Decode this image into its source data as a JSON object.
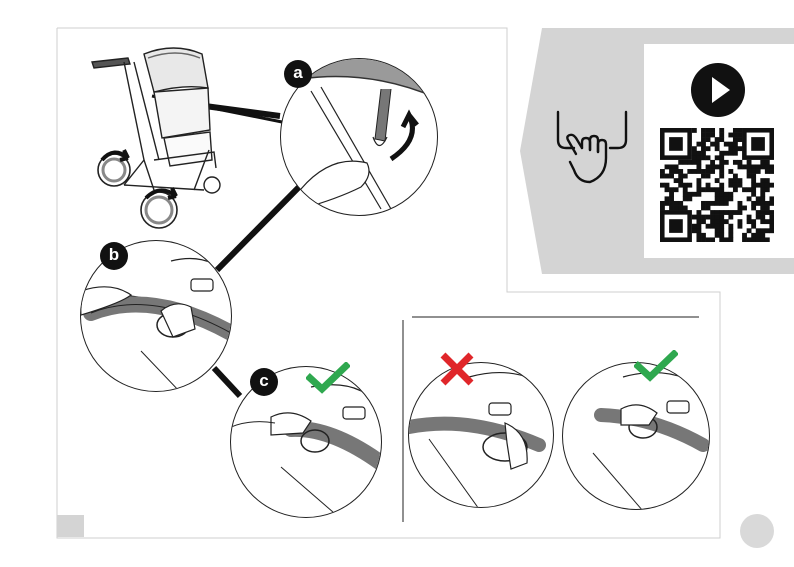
{
  "steps": {
    "a": {
      "letter": "a"
    },
    "b": {
      "letter": "b"
    },
    "c": {
      "letter": "c"
    }
  },
  "colors": {
    "check_green": "#2fa84f",
    "cross_red": "#e0262a",
    "side_grey": "#d4d4d4",
    "ink": "#111111",
    "page_badge": "#d9d9d9"
  },
  "icons": {
    "check": "check-icon",
    "cross": "cross-icon",
    "play": "play-icon",
    "qr": "qr-code-icon",
    "hand": "hand-press-icon"
  }
}
